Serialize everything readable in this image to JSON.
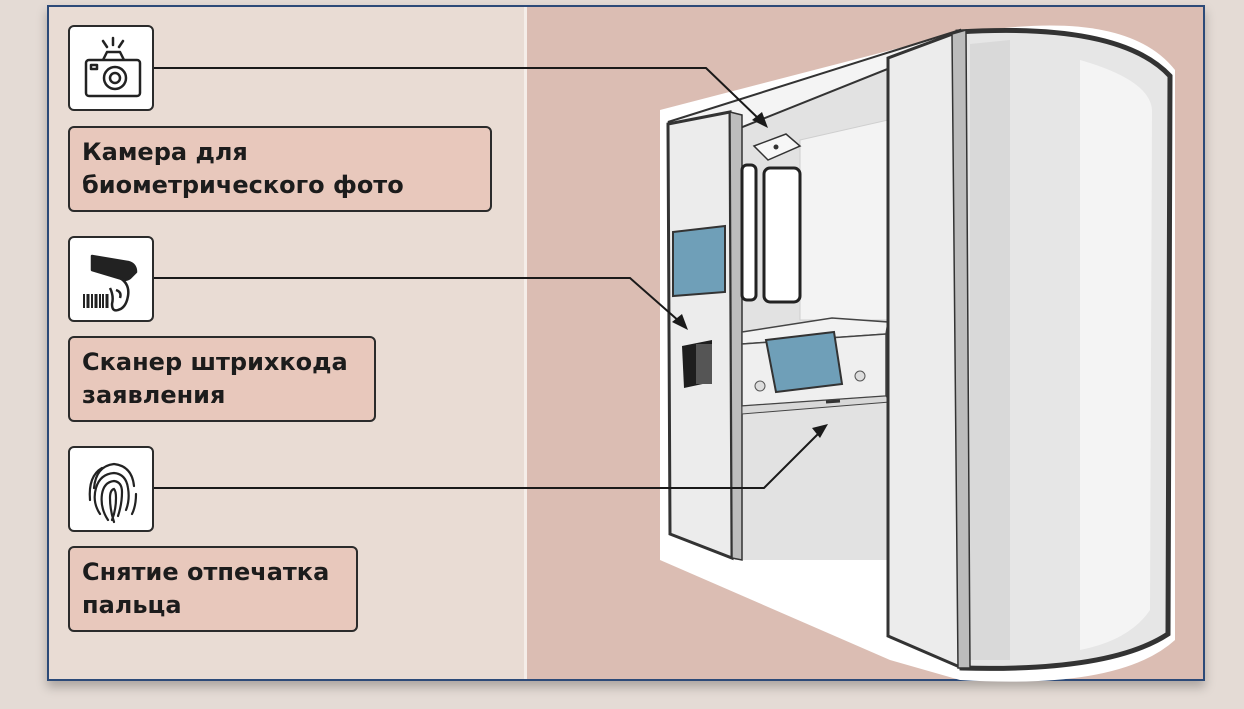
{
  "features": [
    {
      "icon": "camera-icon",
      "lines": [
        "Камера для",
        "биометрического фото"
      ]
    },
    {
      "icon": "barcode-scanner-icon",
      "lines": [
        "Сканер штрихкода",
        "заявления"
      ]
    },
    {
      "icon": "fingerprint-icon",
      "lines": [
        "Снятие отпечатка",
        "пальца"
      ]
    }
  ],
  "colors": {
    "frame_border": "#2c4a78",
    "left_panel": "#e9dcd4",
    "right_panel": "#dbbdb3",
    "label_fill": "#e8c8bc",
    "booth_body": "#ececec",
    "booth_screen": "#6f9fb8"
  }
}
